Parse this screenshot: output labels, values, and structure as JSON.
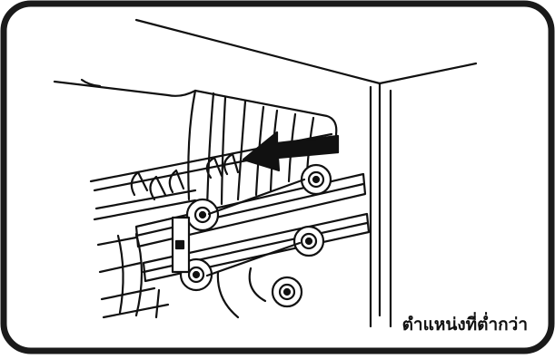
{
  "caption": "ตำแหน่งที่ต่ำกว่า",
  "colors": {
    "line": "#111111",
    "frame": "#1a1a1a",
    "background": "#ffffff"
  },
  "illustration": {
    "subject": "dishwasher-lower-rack",
    "arrow_direction": "left"
  }
}
